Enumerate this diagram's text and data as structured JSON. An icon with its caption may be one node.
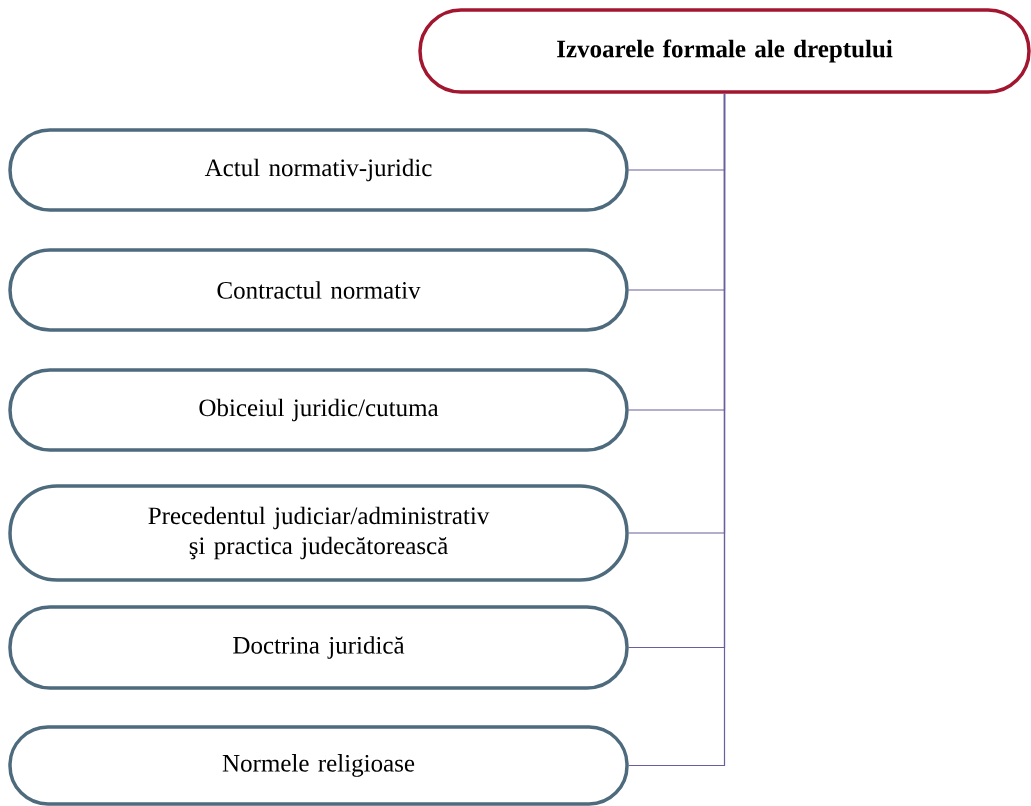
{
  "diagram": {
    "nodes": [
      {
        "text": [
          "Izvoarele formale ale dreptului"
        ]
      },
      {
        "text": [
          "Actul normativ-juridic"
        ]
      },
      {
        "text": [
          "Contractul normativ"
        ]
      },
      {
        "text": [
          "Obiceiul juridic/cutuma"
        ]
      },
      {
        "text": [
          "Precedentul judiciar/administrativ şi practica judecătorească"
        ]
      },
      {
        "text": [
          "Doctrina juridică"
        ]
      },
      {
        "text": [
          "Normele religioase"
        ]
      }
    ],
    "edges": [
      {
        "from": 0,
        "to": 1,
        "arrow": "none"
      },
      {
        "from": 0,
        "to": 2,
        "arrow": "none"
      },
      {
        "from": 0,
        "to": 3,
        "arrow": "none"
      },
      {
        "from": 0,
        "to": 4,
        "arrow": "none"
      },
      {
        "from": 0,
        "to": 5,
        "arrow": "none"
      },
      {
        "from": 0,
        "to": 6,
        "arrow": "none"
      }
    ]
  }
}
